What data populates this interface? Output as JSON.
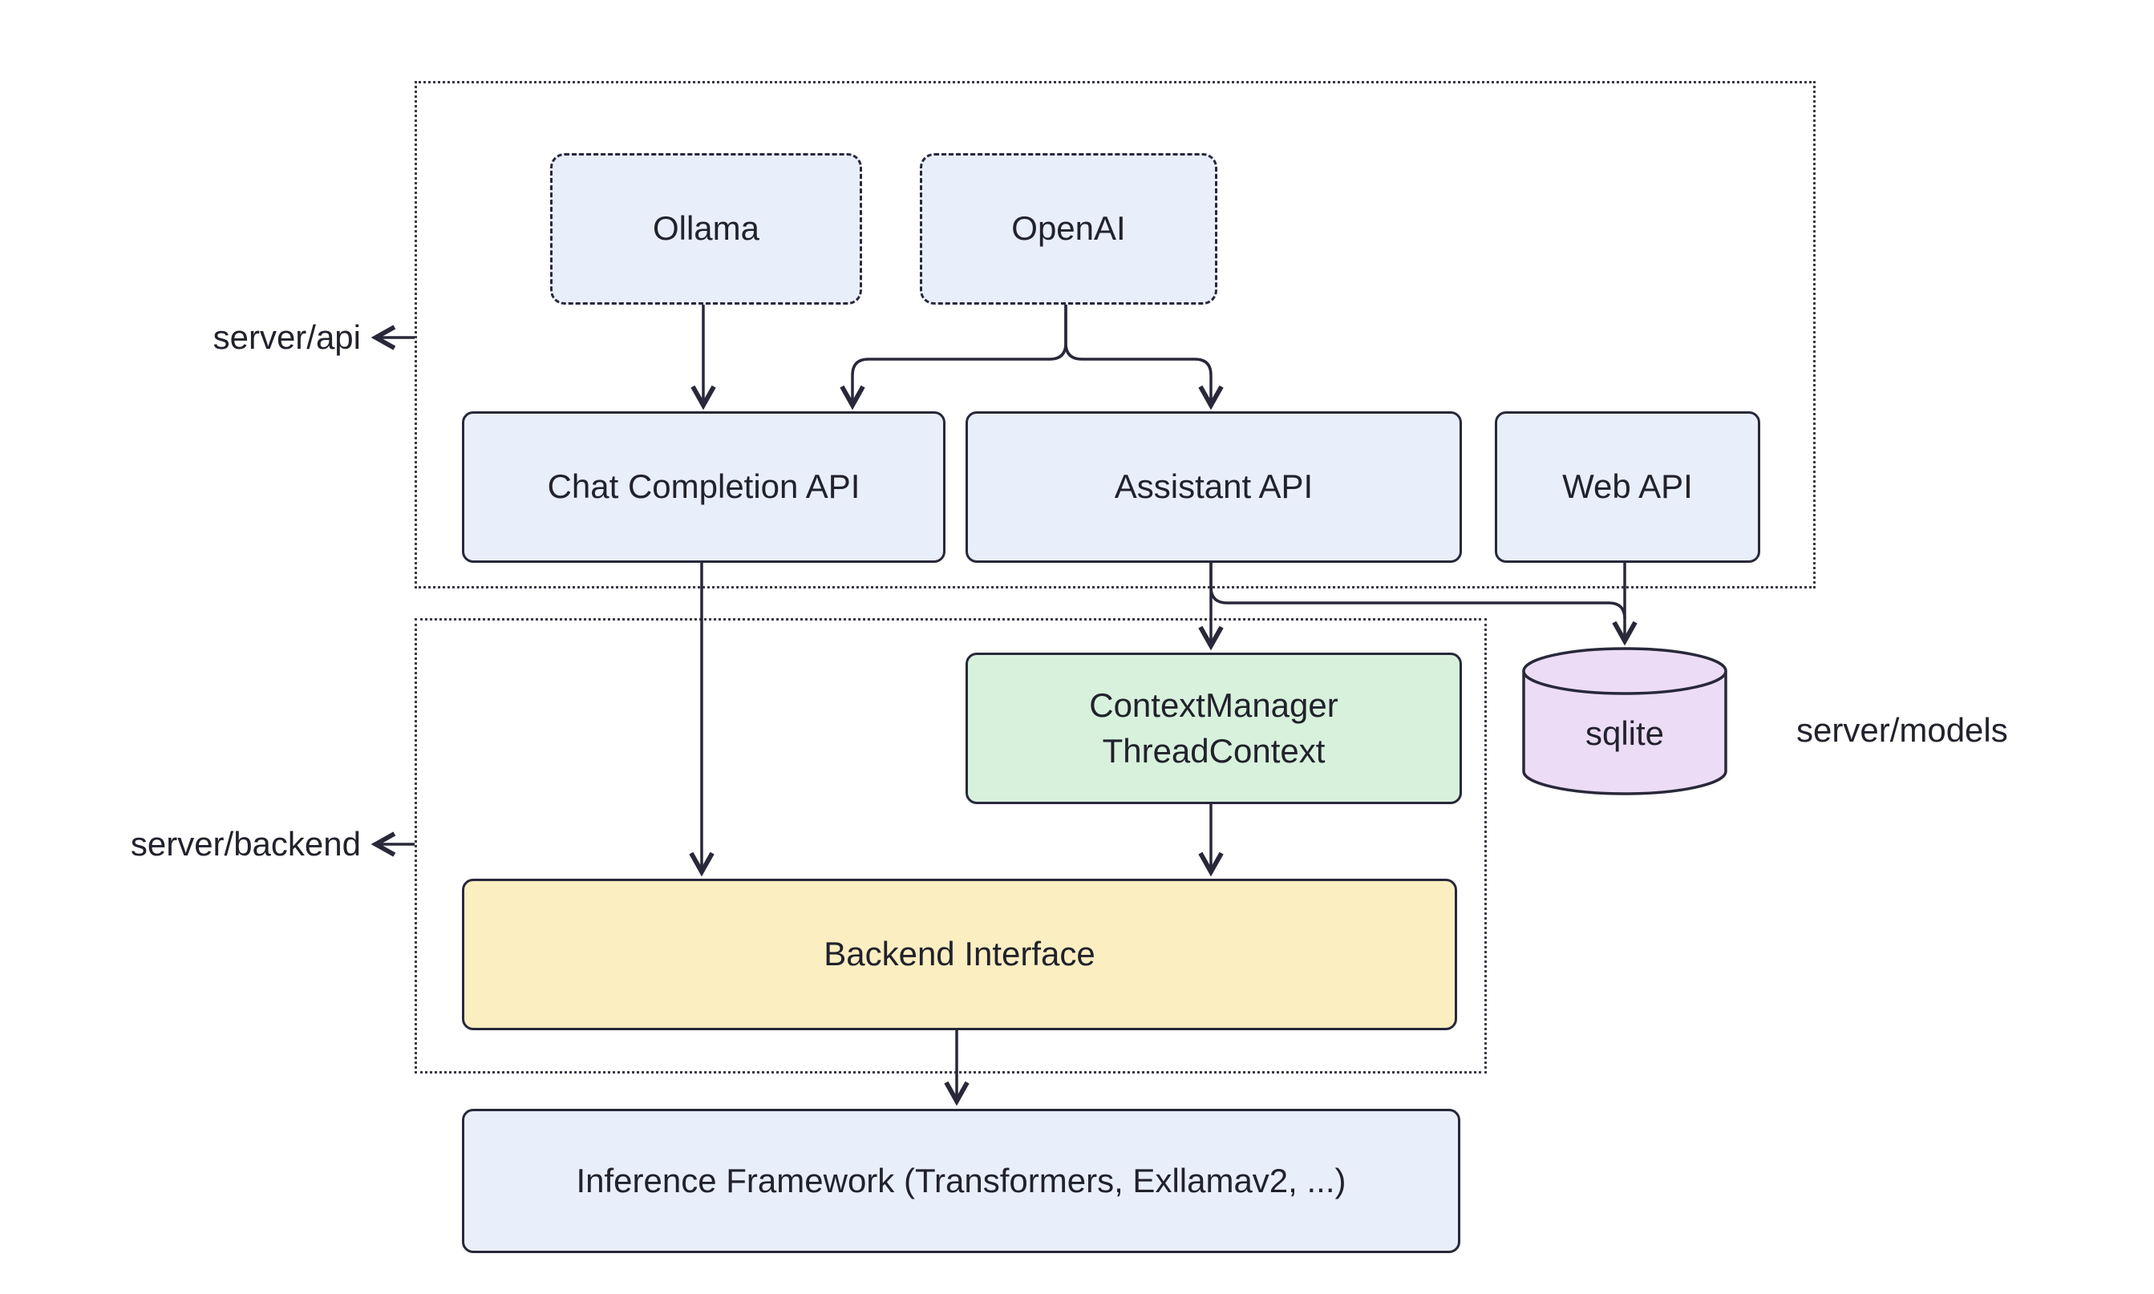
{
  "diagram": {
    "groups": {
      "server_api": {
        "label": "server/api"
      },
      "server_backend": {
        "label": "server/backend"
      },
      "server_models": {
        "label": "server/models"
      }
    },
    "nodes": {
      "ollama": {
        "label": "Ollama"
      },
      "openai": {
        "label": "OpenAI"
      },
      "chat_completion_api": {
        "label": "Chat Completion API"
      },
      "assistant_api": {
        "label": "Assistant API"
      },
      "web_api": {
        "label": "Web API"
      },
      "context_manager": {
        "label": "ContextManager\nThreadContext"
      },
      "sqlite": {
        "label": "sqlite"
      },
      "backend_interface": {
        "label": "Backend Interface"
      },
      "inference_framework": {
        "label": "Inference Framework (Transformers, Exllamav2, ...)"
      }
    },
    "colors": {
      "node_fill": "#e9eefb",
      "context_fill": "#d8f1dc",
      "backend_fill": "#fbeec1",
      "sqlite_fill": "#ecdcf5",
      "stroke": "#28283a",
      "group_border": "#3a3a44"
    }
  }
}
